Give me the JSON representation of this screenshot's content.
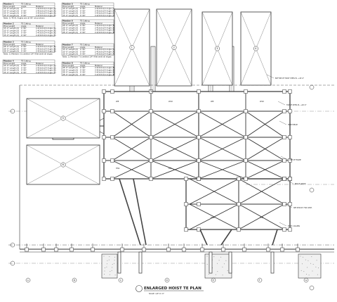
{
  "title": "ENLARGED HOIST TE PLAN",
  "title_note": "SCALE: 1/4\"=1'-0\"",
  "member_tables": [
    {
      "header": "Member 1",
      "col2": "TE Cutting",
      "cols": [
        "Pline Lenght",
        "Angle",
        "Material"
      ],
      "rows": [
        [
          "33'-0\" Length (X)",
          "0'",
          "2-4/3x3x1/4 Angle (A)"
        ],
        [
          "33'-0\" Length (X)",
          "0' 90°",
          "2-4/3x3x1/4 Angle (A)"
        ],
        [
          "33'-0\" Length (X)",
          "0' 90°",
          "2-4/3x3x1/4 Angle (A)"
        ],
        [
          "33'-0\" Length (X)",
          "0' 90°",
          "2-4/3x3x1/4 Angle (A)"
        ]
      ],
      "note": "Note: 1) TE 01 Angles are all 90° at junctions"
    },
    {
      "header": "Member 2",
      "col2": "TE Cutting",
      "cols": [
        "Pline Lenght",
        "Angle",
        "Material"
      ],
      "rows": [
        [
          "33'-0\" Length (X)",
          "0' 90°",
          "2-4/3x3x1/4 Angle (A)"
        ],
        [
          "33'-0\" Length (X)",
          "0' 90°",
          "2-4/3x3x1/4 Angle (A)"
        ],
        [
          "33'-0\" Length (X)",
          "0' 90°",
          "2-4/3x3x1/4 Angle (A)"
        ],
        [
          "33'-0\" Length (X)",
          "0' 90°",
          "2-4/3x3x1/4 Angle (A)"
        ]
      ]
    },
    {
      "header": "Member 3",
      "col2": "TE Cutting",
      "cols": [
        "Pline Lenght",
        "Angle",
        "Material"
      ],
      "rows": [
        [
          "28'-0\" Length (X)",
          "0' 90°",
          "2-4/3x3x1/4 Angle (B)"
        ],
        [
          "28'-0\" Length (X)",
          "0' 90°",
          "2-4/3x3x1/4 Angle (B)"
        ],
        [
          "28'-0\" Length (X)",
          "0' 90°",
          "2-4/3x3x1/4 Angle (B)"
        ]
      ],
      "note": "Note: 1) Member 3 is welded 1/4\" fillet weld all edges"
    },
    {
      "header": "Member 4",
      "col2": "TE Cutting",
      "cols": [
        "Pline Lenght",
        "Angle",
        "Material"
      ],
      "rows": [
        [
          "33'-0\" Length (X)",
          "0' 90°",
          "2-4/3x3x1/4 Angle (C)"
        ],
        [
          "33'-0\" Length (X)",
          "0' 90°",
          "2-4/3x3x1/4 Angle (C)"
        ],
        [
          "33'-0\" Length (X)",
          "0' 90°",
          "2-4/3x3x1/4 Angle (C)"
        ],
        [
          "33'-0\" Length (X)",
          "0' 90°",
          "2-4/3x3x1/4 Angle (C)"
        ]
      ]
    },
    {
      "header": "Member 5",
      "col2": "TE Cutting",
      "cols": [
        "Pline Lenght",
        "Angle",
        "Material"
      ],
      "rows": [
        [
          "33'-0\" Length (X)",
          "0' 90°",
          "2-4/3x3x1/4 Angle (A)"
        ],
        [
          "33'-0\" Length (X)",
          "0' 90°",
          "2-4/3x3x1/4 Angle (A)"
        ],
        [
          "33'-0\" Length (X)",
          "0' 90°",
          "2-4/3x3x1/4 Angle (A)"
        ],
        [
          "33'-0\" Length (X)",
          "0' 90°",
          "2-4/3x3x1/4 Angle (A)"
        ]
      ]
    },
    {
      "header": "Member 6",
      "col2": "TE Cutting",
      "cols": [
        "Pline Lenght",
        "Angle",
        "Material"
      ],
      "rows": [
        [
          "28'-0\" Length (X)",
          "0' 90°",
          "2-4/3x3x1/4 Angle (B)"
        ],
        [
          "28'-0\" Length (X)",
          "0' 90°",
          "2-4/3x3x1/4 Angle (B)"
        ],
        [
          "28'-0\" Length (X)",
          "0' 90°",
          "2-4/3x3x1/4 Angle (B)"
        ],
        [
          "28'-0\" Length (X)",
          "0' 90°",
          "2-4/3x3x1/4 Angle (B)"
        ]
      ]
    },
    {
      "header": "Member 7",
      "col2": "TE Cutting",
      "cols": [
        "Pline Lenght",
        "Angle",
        "Material"
      ],
      "rows": [
        [
          "33'-0\" Length (X)",
          "0' 90°",
          "2-4/3x3x1/4 Angle (A)"
        ],
        [
          "33'-0\" Length (X)",
          "0' 90°",
          "2-4/3x3x1/4 Angle (A)"
        ],
        [
          "33'-0\" Length (X)",
          "0' 90°",
          "2-4/3x3x1/4 Angle (A)"
        ]
      ],
      "note": "Note: 1) Member 7 is welded 1/4\" fillet weld all edges"
    },
    {
      "header": "Member 8",
      "col2": "TE Cutting",
      "cols": [
        "Pline Lenght",
        "Angle",
        "Material"
      ],
      "rows": [
        [
          "28'-0\" Length (X)",
          "0' 90°",
          "2-4/3x3x1/4 Angle (B)"
        ],
        [
          "28'-0\" Length (X)",
          "0' 90°",
          "2-4/3x3x1/4 Angle (B)"
        ],
        [
          "28'-0\" Length (X)",
          "0' 90°",
          "2-4/3x3x1/4 Angle (B)"
        ],
        [
          "28'-0\" Length (X)",
          "0' 90°",
          "2-4/3x3x1/4 Angle (B)"
        ]
      ]
    }
  ],
  "hoists": [
    {
      "label": "1"
    },
    {
      "label": "2"
    },
    {
      "label": "3"
    },
    {
      "label": "4"
    },
    {
      "label": "5"
    },
    {
      "label": "6"
    }
  ],
  "grid_labels": [
    "A",
    "B",
    "C",
    "D",
    "E",
    "F",
    "G"
  ],
  "side_notes": [
    "BOTTOM OF HOIST STEEL EL. +24'-0\"",
    "TOP OF STEEL EL. +26'-0\"",
    "HOIST BEAM",
    "LINE OF FRAME",
    "BRACE ABOVE",
    "SEE STRUCT. FOR CONT.",
    "EXIST. COLUMN"
  ],
  "tags": [
    "W8",
    "W10",
    "W8",
    "W10",
    "HSS",
    "W8",
    "W10",
    "HSS"
  ]
}
